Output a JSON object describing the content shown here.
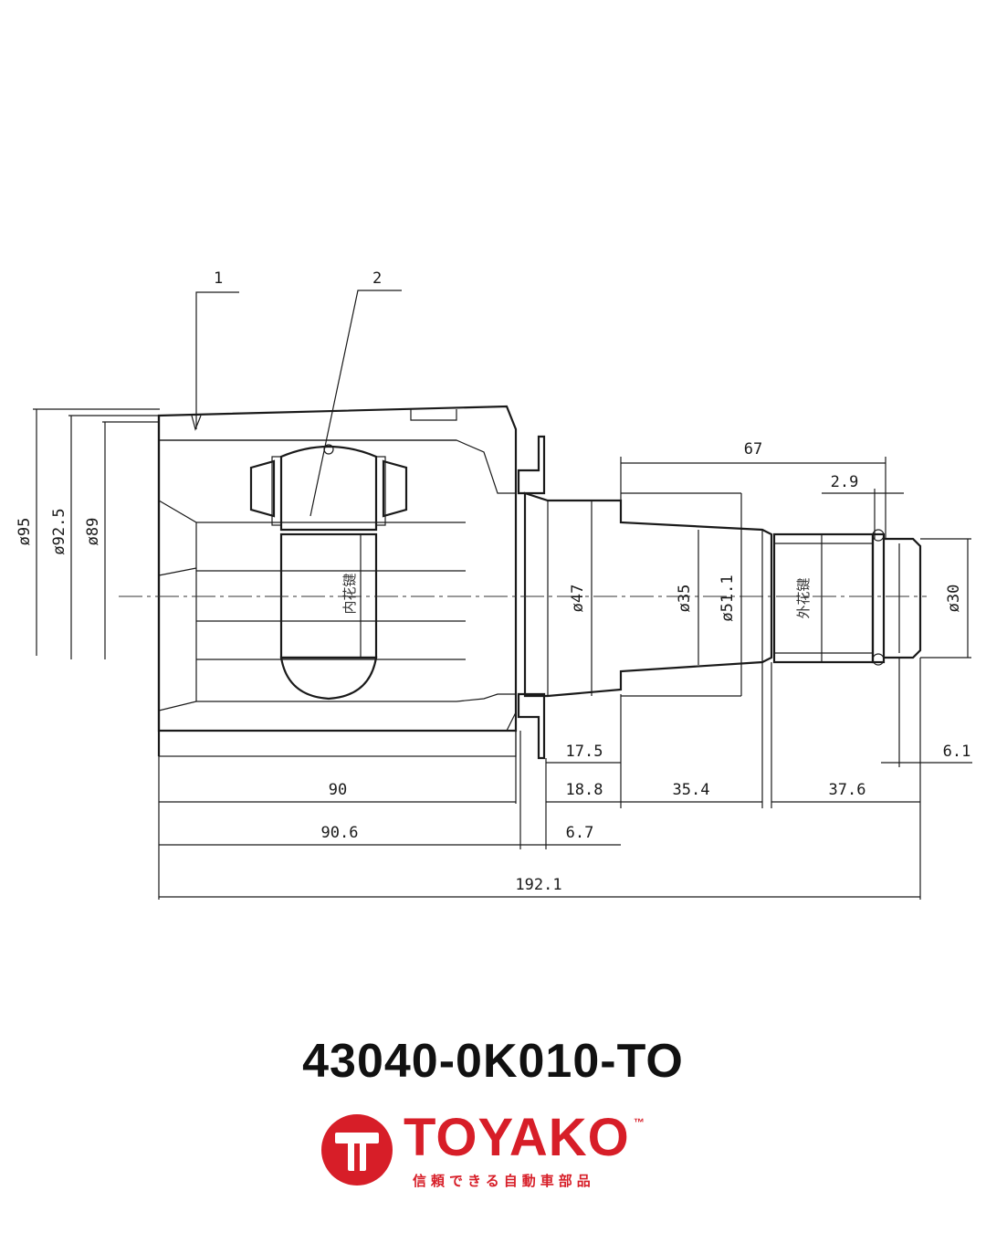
{
  "drawing": {
    "balloons": [
      "1",
      "2"
    ],
    "diameters": {
      "d95": "ø95",
      "d92_5": "ø92.5",
      "d89": "ø89",
      "d47": "ø47",
      "d35": "ø35",
      "d51_1": "ø51.1",
      "d30": "ø30"
    },
    "lengths": {
      "l67": "67",
      "l2_9": "2.9",
      "l17_5": "17.5",
      "l6_1": "6.1",
      "l90": "90",
      "l18_8": "18.8",
      "l35_4": "35.4",
      "l37_6": "37.6",
      "l90_6": "90.6",
      "l6_7": "6.7",
      "l192_1": "192.1"
    },
    "spline_labels": {
      "inner": "内花键",
      "outer": "外花键"
    }
  },
  "part_number": "43040-0K010-TO",
  "brand": {
    "name": "TOYAKO",
    "trademark": "™",
    "tagline": "信頼できる自動車部品",
    "color": "#d71e28"
  }
}
